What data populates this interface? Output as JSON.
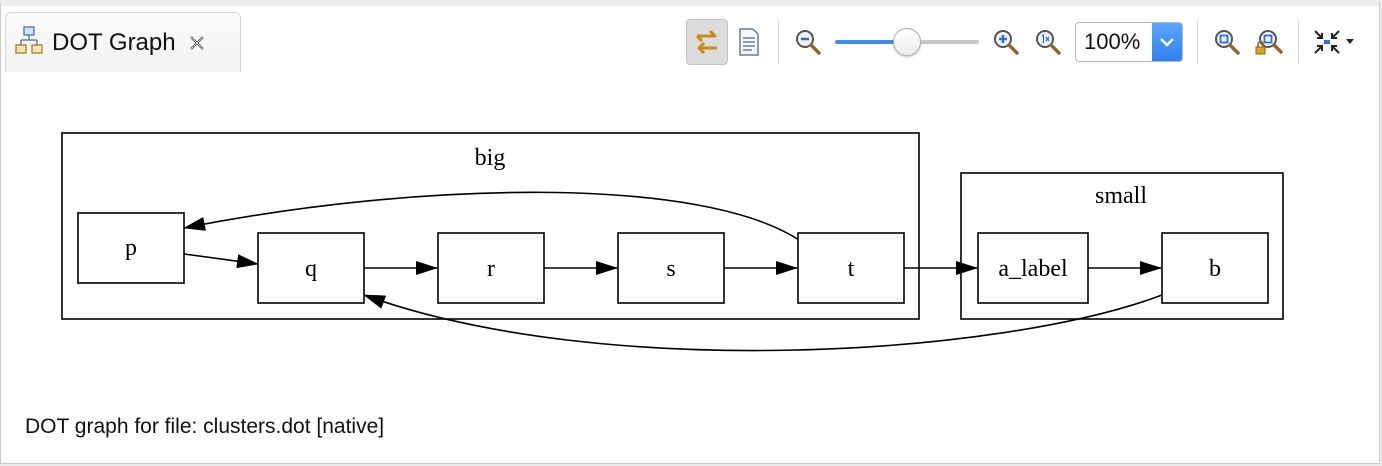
{
  "tab": {
    "title": "DOT Graph",
    "icon": "graph-view-icon",
    "close_icon": "close-icon"
  },
  "toolbar": {
    "buttons": [
      "sync-link-icon",
      "document-icon",
      "zoom-out-icon",
      "zoom-in-icon",
      "zoom-reset-icon",
      "fit-icon",
      "fit-locked-icon",
      "layout-shrink-icon"
    ],
    "zoom_level": "100%",
    "zoom_slider_fraction": 0.5,
    "accent": "#3a8ef0"
  },
  "graph": {
    "clusters": [
      {
        "id": "big",
        "label": "big"
      },
      {
        "id": "small",
        "label": "small"
      }
    ],
    "nodes": [
      {
        "id": "p",
        "label": "p"
      },
      {
        "id": "q",
        "label": "q"
      },
      {
        "id": "r",
        "label": "r"
      },
      {
        "id": "s",
        "label": "s"
      },
      {
        "id": "t",
        "label": "t"
      },
      {
        "id": "a",
        "label": "a_label"
      },
      {
        "id": "b",
        "label": "b"
      }
    ],
    "edges": [
      {
        "from": "p",
        "to": "q"
      },
      {
        "from": "q",
        "to": "r"
      },
      {
        "from": "r",
        "to": "s"
      },
      {
        "from": "s",
        "to": "t"
      },
      {
        "from": "t",
        "to": "p"
      },
      {
        "from": "t",
        "to": "a"
      },
      {
        "from": "a",
        "to": "b"
      },
      {
        "from": "b",
        "to": "q"
      }
    ]
  },
  "status": {
    "text": "DOT graph for file: clusters.dot [native]"
  }
}
